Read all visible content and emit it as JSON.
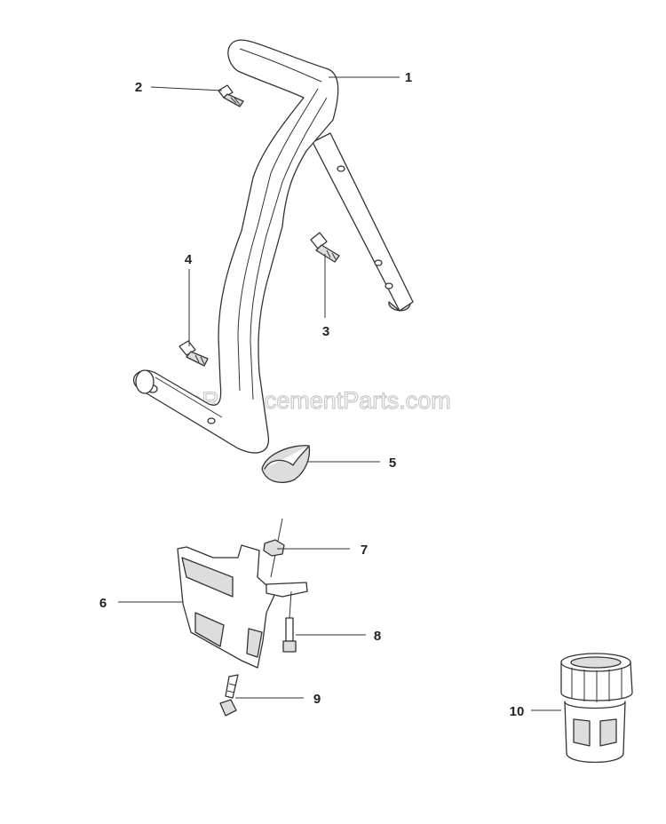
{
  "watermark": "eReplacementParts.com",
  "callouts": {
    "c1": "1",
    "c2": "2",
    "c3": "3",
    "c4": "4",
    "c5": "5",
    "c6": "6",
    "c7": "7",
    "c8": "8",
    "c9": "9",
    "c10": "10"
  },
  "colors": {
    "ink": "#333333",
    "part_fill": "#ffffff",
    "shade": "#d8d8d8",
    "dark_shade": "#b5b5b5"
  }
}
